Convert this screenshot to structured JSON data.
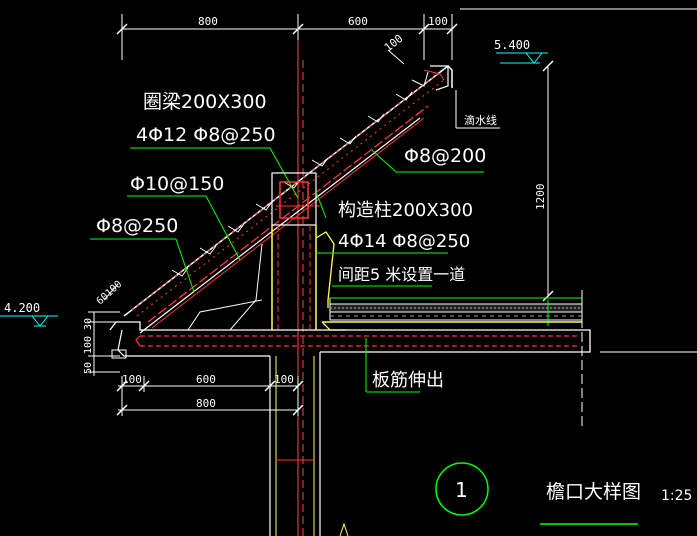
{
  "colors": {
    "background": "#000000",
    "dimension": "#ffffff",
    "elevation": "#00ffff",
    "outline": "#ffffff",
    "rebar": "#ff3333",
    "hatch": "#ff4040",
    "beam": "#ff2020",
    "leader": "#00ff00",
    "concrete": "#ffff55",
    "circle": "#00ff00",
    "dashed": "#ff7f7f"
  },
  "top_dims": {
    "d1": "800",
    "d2": "600",
    "d3": "100"
  },
  "slope_dim": "100",
  "elevations": {
    "upper": "5.400",
    "lower": "4.200"
  },
  "vertical_dim": "1200",
  "drip_line": "滴水线",
  "ring_beam": {
    "title": "圈梁200X300",
    "rebar": "4Φ12  Φ8@250"
  },
  "rebar_labels": {
    "top_spacing": "Φ8@200",
    "mid_spacing": "Φ10@150",
    "low_spacing": "Φ8@250"
  },
  "column": {
    "title": "构造柱200X300",
    "rebar": "4Φ14  Φ8@250",
    "note": "间距5 米设置一道"
  },
  "left_dims": {
    "slope_small": "60100",
    "v1": "30",
    "v2": "100",
    "v3": "50"
  },
  "bottom_dims": {
    "b1": "100",
    "b2": "600",
    "b3": "100",
    "total": "800"
  },
  "slab_note": "板筋伸出",
  "detail": {
    "number": "1",
    "title": "檐口大样图",
    "scale": "1:25"
  }
}
